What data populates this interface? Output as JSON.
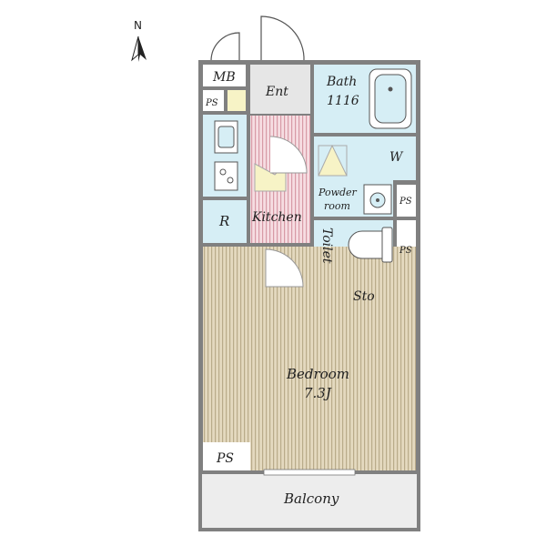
{
  "compass": {
    "label": "N"
  },
  "rooms": {
    "mb": "MB",
    "ent": "Ent",
    "bath": "Bath",
    "bath_size": "1116",
    "kitchen": "Kitchen",
    "r": "R",
    "w": "W",
    "powder_1": "Powder",
    "powder_2": "room",
    "toilet": "Toilet",
    "sto": "Sto",
    "bedroom": "Bedroom",
    "bedroom_size": "7.3J",
    "balcony": "Balcony"
  },
  "ps_labels": [
    "PS",
    "PS",
    "PS",
    "PS"
  ],
  "colors": {
    "wall": "#7a7a7a",
    "bedroom_floor": "#e4d9bf",
    "bedroom_stripe": "#b9ab8a",
    "kitchen_floor": "#f6dde2",
    "kitchen_stripe": "#d79aa6",
    "wet_area": "#d6eef5",
    "storage": "#f7f3c6",
    "entrance": "#e6e6e6",
    "balcony": "#ededed"
  }
}
